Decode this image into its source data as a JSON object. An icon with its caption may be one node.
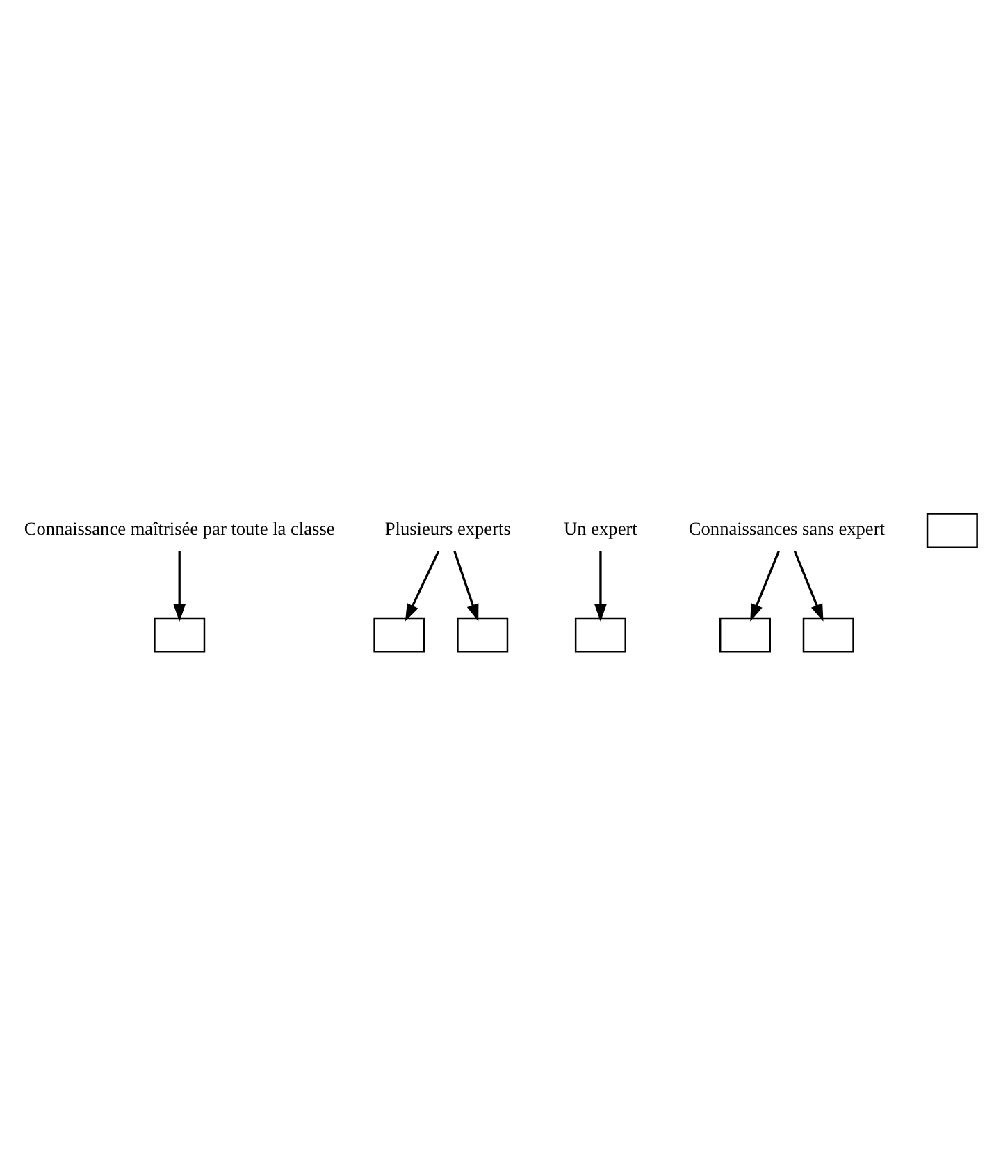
{
  "diagram": {
    "nodes": [
      {
        "text": [
          "Connaissance maîtrisée par toute la classe"
        ]
      },
      {
        "text": [],
        "shape": "box"
      },
      {
        "text": [
          "Plusieurs experts"
        ]
      },
      {
        "text": [],
        "shape": "box"
      },
      {
        "text": [],
        "shape": "box"
      },
      {
        "text": [
          "Un expert"
        ]
      },
      {
        "text": [],
        "shape": "box"
      },
      {
        "text": [
          "Connaissances sans expert"
        ]
      },
      {
        "text": [],
        "shape": "box"
      },
      {
        "text": [],
        "shape": "box"
      },
      {
        "text": [],
        "shape": "box"
      }
    ],
    "edges": [
      {
        "from": 0,
        "to": 1,
        "arrow": "to"
      },
      {
        "from": 2,
        "to": 3,
        "arrow": "to"
      },
      {
        "from": 2,
        "to": 4,
        "arrow": "to"
      },
      {
        "from": 5,
        "to": 6,
        "arrow": "to"
      },
      {
        "from": 7,
        "to": 8,
        "arrow": "to"
      },
      {
        "from": 7,
        "to": 9,
        "arrow": "to"
      }
    ]
  }
}
